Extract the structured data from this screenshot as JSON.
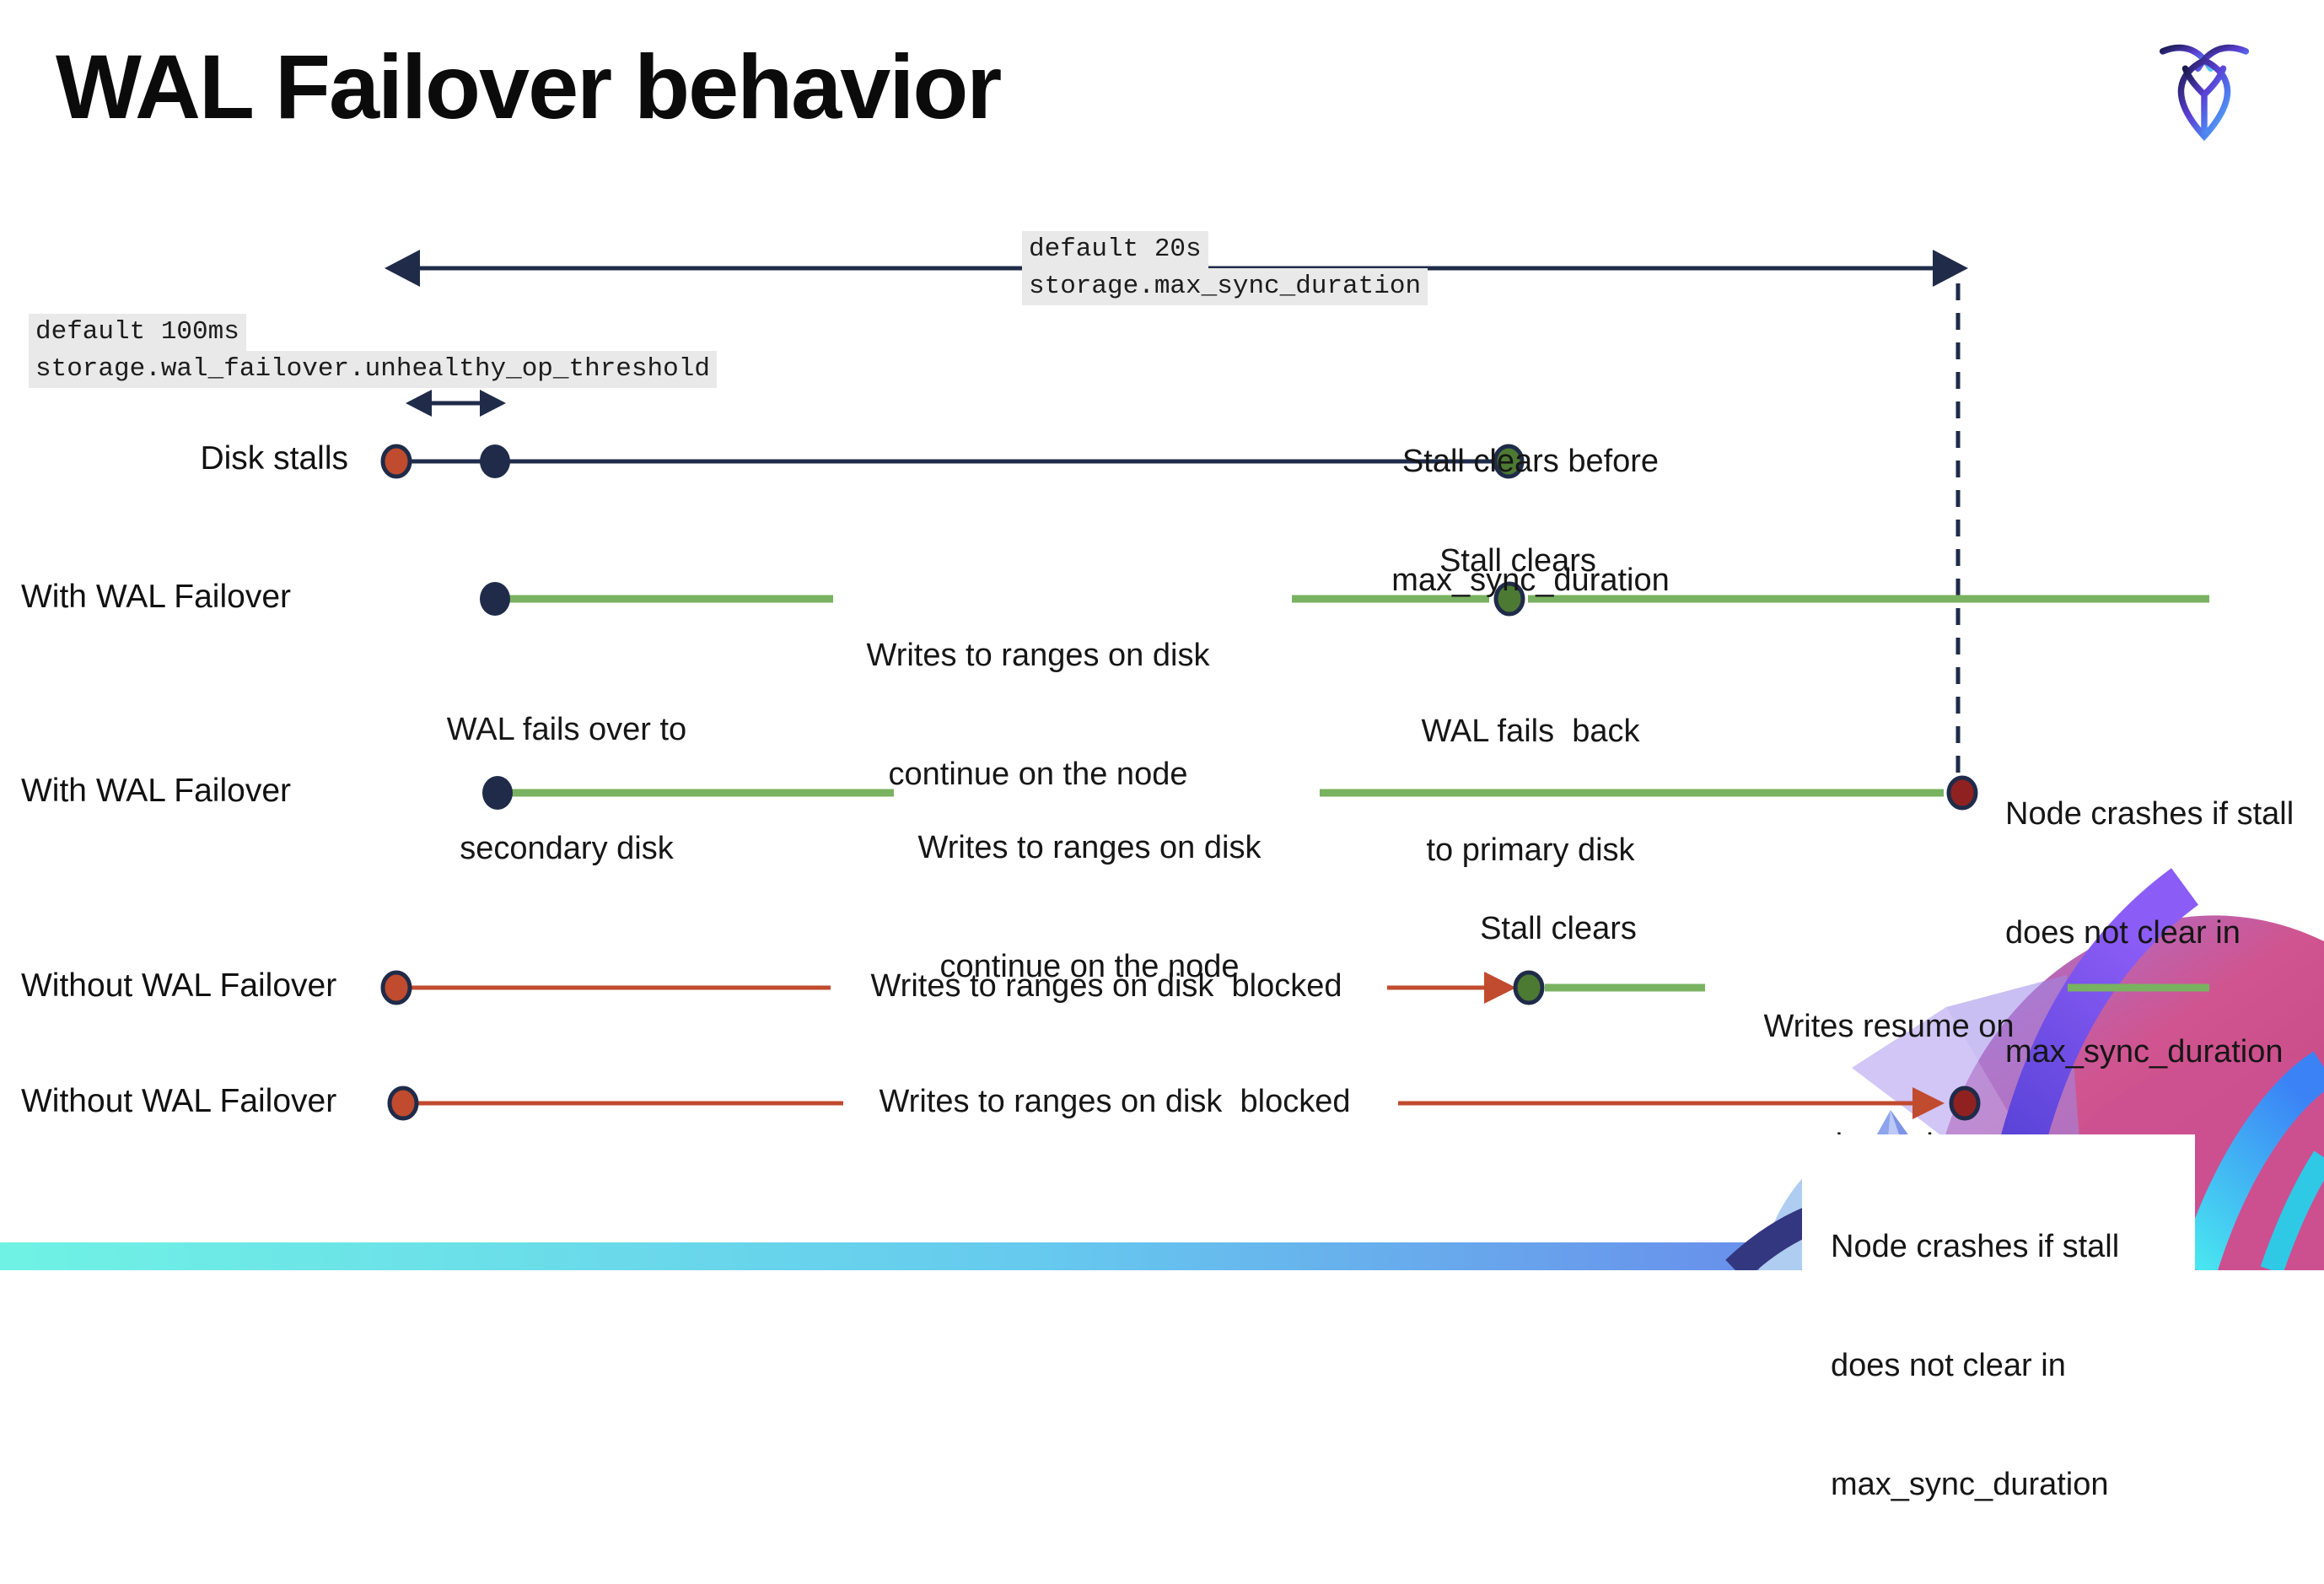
{
  "title": "WAL Failover behavior",
  "settings": {
    "max_sync": {
      "default_label": "default 20s",
      "setting_name": "storage.max_sync_duration"
    },
    "unhealthy_op": {
      "default_label": "default 100ms",
      "setting_name": "storage.wal_failover.unhealthy_op_threshold"
    }
  },
  "rows": {
    "disk_stalls": "Disk stalls",
    "with_wal_1": "With WAL Failover",
    "with_wal_2": "With WAL Failover",
    "without_wal_1": "Without WAL Failover",
    "without_wal_2": "Without WAL Failover"
  },
  "texts": {
    "stall_clears_before": [
      "Stall clears before",
      "max_sync_duration"
    ],
    "stall_clears_a": "Stall clears",
    "stall_clears_b": "Stall clears",
    "wal_fails_over": [
      "WAL fails over to",
      "secondary disk"
    ],
    "wal_fails_back": [
      "WAL fails  back",
      "to primary disk"
    ],
    "writes_continue_1": [
      "Writes to ranges on disk",
      "continue on the node"
    ],
    "writes_continue_2": [
      "Writes to ranges on disk",
      "continue on the node"
    ],
    "writes_blocked_1": "Writes to ranges on disk  blocked",
    "writes_blocked_2": "Writes to ranges on disk  blocked",
    "writes_resume": [
      "Writes resume on",
      "the node"
    ],
    "node_crashes_1": [
      "Node crashes if stall",
      "does not clear in",
      "max_sync_duration"
    ],
    "node_crashes_2": [
      "Node crashes if stall",
      "does not clear in",
      "max_sync_duration"
    ]
  },
  "colors": {
    "navy": "#1f2b49",
    "green_line": "#79b260",
    "green_dot": "#4c7a33",
    "red_orange": "#c14b2e",
    "dark_red": "#8f2221",
    "code_bg": "#e9e9e9",
    "bar_gradient": [
      "#6ff2e4",
      "#66c9ee",
      "#6b62e9"
    ]
  },
  "icons": {
    "logo": "cockroachdb-logo",
    "artwork": "cockroachdb-brand-artwork"
  }
}
